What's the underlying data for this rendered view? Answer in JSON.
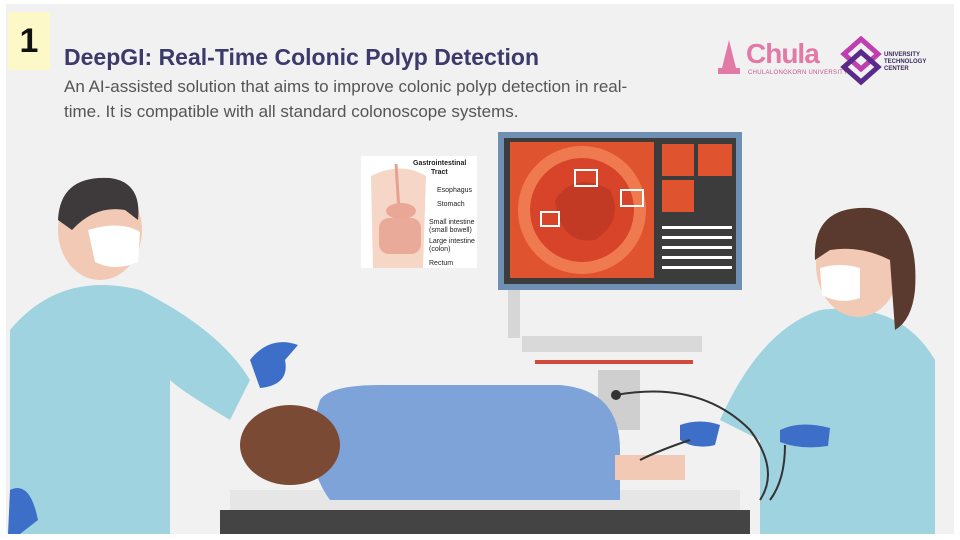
{
  "slide_number": "1",
  "title": "DeepGI: Real-Time Colonic Polyp Detection",
  "subtitle": "An AI-assisted solution that aims to improve colonic polyp detection in real-time. It is compatible with all standard colonoscope systems.",
  "logos": {
    "chula": {
      "word": "Chula",
      "sub": "CHULALONGKORN UNIVERSITY"
    },
    "utc": {
      "lines": [
        "UNIVERSITY",
        "TECHNOLOGY",
        "CENTER"
      ]
    }
  },
  "gi_diagram": {
    "title_line1": "Gastrointestinal",
    "title_line2": "Tract",
    "labels": [
      "Esophagus",
      "Stomach",
      "Small intestine",
      "(small bowell)",
      "Large intestine",
      "(colon)",
      "Rectum"
    ]
  },
  "colors": {
    "title": "#3c3a6a",
    "screen_orange": "#e0532f",
    "scrubs": "#9fd3df",
    "gown": "#7ea3d8",
    "gloves": "#3d6fc9"
  }
}
